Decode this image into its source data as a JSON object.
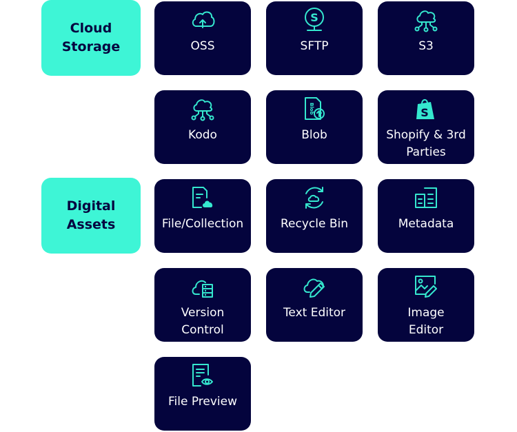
{
  "categories": [
    {
      "label": "Cloud\nStorage"
    },
    {
      "label": "Digital\nAssets"
    }
  ],
  "tiles": [
    {
      "label": "OSS",
      "icon": "cloud-upload-icon"
    },
    {
      "label": "SFTP",
      "icon": "sftp-globe-icon"
    },
    {
      "label": "S3",
      "icon": "cloud-network-icon"
    },
    {
      "label": "Kodo",
      "icon": "cloud-network-icon"
    },
    {
      "label": "Blob",
      "icon": "blob-file-icon",
      "icon_text": "Blob"
    },
    {
      "label": "Shopify & 3rd\nParties",
      "icon": "shopify-bag-icon"
    },
    {
      "label": "File/Collection",
      "icon": "folder-cloud-icon"
    },
    {
      "label": "Recycle Bin",
      "icon": "cloud-recycle-icon"
    },
    {
      "label": "Metadata",
      "icon": "metadata-icon"
    },
    {
      "label": "Version\nControl",
      "icon": "cloud-database-icon"
    },
    {
      "label": "Text Editor",
      "icon": "cloud-pen-icon"
    },
    {
      "label": "Image\nEditor",
      "icon": "image-edit-icon"
    },
    {
      "label": "File Preview",
      "icon": "file-preview-icon"
    }
  ],
  "colors": {
    "accent": "#3ef5d6",
    "tile": "#04043d",
    "icon": "#35e8cf",
    "text": "#ffffff"
  }
}
